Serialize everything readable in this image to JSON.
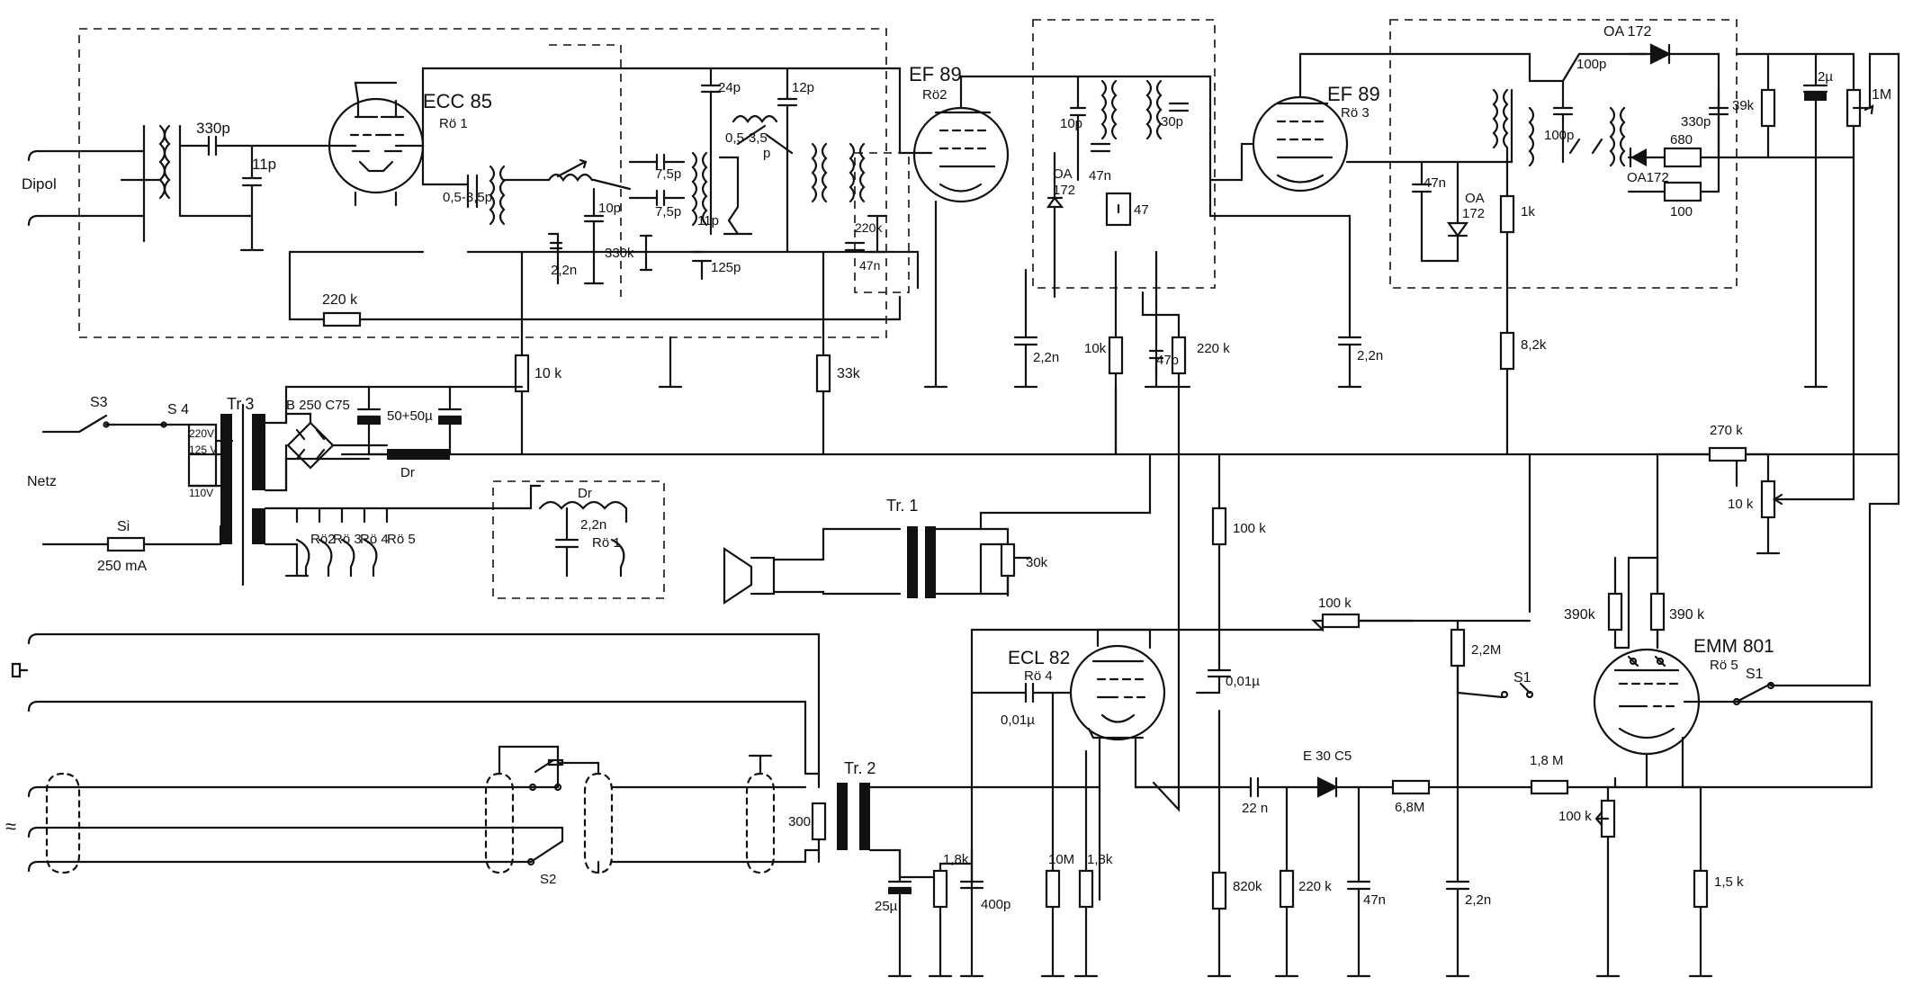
{
  "labels": [
    {
      "id": "dipol",
      "text": "Dipol"
    },
    {
      "id": "c330p_in",
      "text": "330p"
    },
    {
      "id": "c11p_in",
      "text": "11p"
    },
    {
      "id": "ecc85",
      "text": "ECC 85"
    },
    {
      "id": "ro1",
      "text": "Rö 1"
    },
    {
      "id": "c0535a",
      "text": "0,5-3,5p"
    },
    {
      "id": "c10p_a",
      "text": "10p"
    },
    {
      "id": "c22n_a",
      "text": "2,2n"
    },
    {
      "id": "r330k",
      "text": "330k"
    },
    {
      "id": "c75p_a",
      "text": "7,5p"
    },
    {
      "id": "c75p_b",
      "text": "7,5p"
    },
    {
      "id": "c24p",
      "text": "24p"
    },
    {
      "id": "c12p",
      "text": "12p"
    },
    {
      "id": "c0535b",
      "text": "0,5-3,5"
    },
    {
      "id": "p_label",
      "text": "p"
    },
    {
      "id": "c11p_b",
      "text": "11p"
    },
    {
      "id": "c125p",
      "text": "125p"
    },
    {
      "id": "r220k_a",
      "text": "220k"
    },
    {
      "id": "c47n_a",
      "text": "47n"
    },
    {
      "id": "r220k_fb",
      "text": "220 k"
    },
    {
      "id": "r10k_a",
      "text": "10 k"
    },
    {
      "id": "r33k",
      "text": "33k"
    },
    {
      "id": "ef89_a",
      "text": "EF 89"
    },
    {
      "id": "ro2",
      "text": "Rö2"
    },
    {
      "id": "c10p_b",
      "text": "10p"
    },
    {
      "id": "oa172_a",
      "text": "OA"
    },
    {
      "id": "oa172_a2",
      "text": "172"
    },
    {
      "id": "c47n_b",
      "text": "47n"
    },
    {
      "id": "r47",
      "text": "47"
    },
    {
      "id": "c30p",
      "text": "30p"
    },
    {
      "id": "c22n_b",
      "text": "2,2n"
    },
    {
      "id": "r10k_b",
      "text": "10k"
    },
    {
      "id": "c47p",
      "text": "47p"
    },
    {
      "id": "r220k_b",
      "text": "220 k"
    },
    {
      "id": "ef89_b",
      "text": "EF 89"
    },
    {
      "id": "ro3",
      "text": "Rö 3"
    },
    {
      "id": "c22n_c",
      "text": "2,2n"
    },
    {
      "id": "c47n_c",
      "text": "47n"
    },
    {
      "id": "oa172_b",
      "text": "OA"
    },
    {
      "id": "oa172_b2",
      "text": "172"
    },
    {
      "id": "r1k",
      "text": "1k"
    },
    {
      "id": "r82k",
      "text": "8,2k"
    },
    {
      "id": "oa172_top",
      "text": "OA 172"
    },
    {
      "id": "c100p_a",
      "text": "100p"
    },
    {
      "id": "c100p_b",
      "text": "100p"
    },
    {
      "id": "r680",
      "text": "680"
    },
    {
      "id": "oa172_c",
      "text": "OA172"
    },
    {
      "id": "r100",
      "text": "100"
    },
    {
      "id": "c330p_b",
      "text": "330p"
    },
    {
      "id": "r39k",
      "text": "39k"
    },
    {
      "id": "c2u",
      "text": "2µ"
    },
    {
      "id": "r1m",
      "text": "1M"
    },
    {
      "id": "s3",
      "text": "S3"
    },
    {
      "id": "s4",
      "text": "S 4"
    },
    {
      "id": "tr3",
      "text": "Tr.3"
    },
    {
      "id": "b250",
      "text": "B 250 C75"
    },
    {
      "id": "c5050",
      "text": "50+50µ"
    },
    {
      "id": "v220",
      "text": "220V"
    },
    {
      "id": "v125",
      "text": "125 V"
    },
    {
      "id": "v110",
      "text": "110V"
    },
    {
      "id": "dr_a",
      "text": "Dr"
    },
    {
      "id": "dr_b",
      "text": "Dr"
    },
    {
      "id": "netz",
      "text": "Netz"
    },
    {
      "id": "si",
      "text": "Si"
    },
    {
      "id": "ma250",
      "text": "250 mA"
    },
    {
      "id": "ro2h",
      "text": "Rö2"
    },
    {
      "id": "ro3h",
      "text": "Rö 3"
    },
    {
      "id": "ro4h",
      "text": "Rö 4"
    },
    {
      "id": "ro5h",
      "text": "Rö 5"
    },
    {
      "id": "c22n_h",
      "text": "2,2n"
    },
    {
      "id": "ro1h",
      "text": "Rö 1"
    },
    {
      "id": "tr1",
      "text": "Tr. 1"
    },
    {
      "id": "r30k",
      "text": "30k"
    },
    {
      "id": "r100k_a",
      "text": "100 k"
    },
    {
      "id": "r270k",
      "text": "270 k"
    },
    {
      "id": "r10k_c",
      "text": "10 k"
    },
    {
      "id": "r100k_b",
      "text": "100 k"
    },
    {
      "id": "r22m",
      "text": "2,2M"
    },
    {
      "id": "r390k_a",
      "text": "390k"
    },
    {
      "id": "r390k_b",
      "text": "390 k"
    },
    {
      "id": "emm801",
      "text": "EMM 801"
    },
    {
      "id": "ro5",
      "text": "Rö 5"
    },
    {
      "id": "s1_a",
      "text": "S1"
    },
    {
      "id": "s1_b",
      "text": "S1"
    },
    {
      "id": "ecl82",
      "text": "ECL 82"
    },
    {
      "id": "ro4",
      "text": "Rö 4"
    },
    {
      "id": "c001_a",
      "text": "0,01µ"
    },
    {
      "id": "c001_b",
      "text": "0,01µ"
    },
    {
      "id": "tr2",
      "text": "Tr. 2"
    },
    {
      "id": "r300",
      "text": "300"
    },
    {
      "id": "c25u",
      "text": "25µ"
    },
    {
      "id": "r18k_a",
      "text": "1,8k"
    },
    {
      "id": "c400p",
      "text": "400p"
    },
    {
      "id": "r10m",
      "text": "10M"
    },
    {
      "id": "r18k_b",
      "text": "1,8k"
    },
    {
      "id": "c22n_d",
      "text": "22 n"
    },
    {
      "id": "e30c5",
      "text": "E 30 C5"
    },
    {
      "id": "r68m",
      "text": "6,8M"
    },
    {
      "id": "r18m",
      "text": "1,8 M"
    },
    {
      "id": "r100k_c",
      "text": "100 k"
    },
    {
      "id": "r820k",
      "text": "820k"
    },
    {
      "id": "r220k_c",
      "text": "220 k"
    },
    {
      "id": "c47n_d",
      "text": "47n"
    },
    {
      "id": "c22n_e",
      "text": "2,2n"
    },
    {
      "id": "r15k",
      "text": "1,5 k"
    },
    {
      "id": "s2",
      "text": "S2"
    },
    {
      "id": "approx",
      "text": "≈"
    }
  ]
}
